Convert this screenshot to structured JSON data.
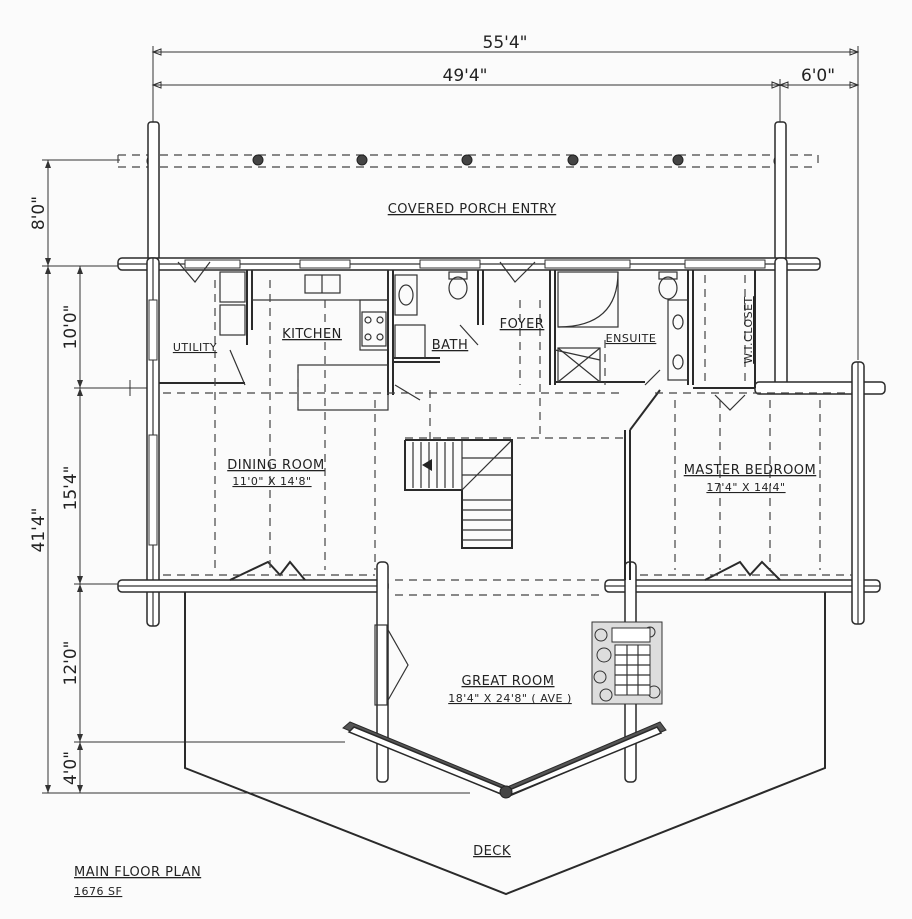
{
  "dimensions": {
    "overall_width": "55'4\"",
    "house_width": "49'4\"",
    "porch_extension": "6'0\"",
    "porch_depth": "8'0\"",
    "section_one": "10'0\"",
    "section_two": "15'4\"",
    "overall_depth": "41'4\"",
    "section_three": "12'0\"",
    "section_four": "4'0\""
  },
  "rooms": {
    "covered_porch": "COVERED PORCH ENTRY",
    "utility": "UTILITY",
    "kitchen": "KITCHEN",
    "bath": "BATH",
    "foyer": "FOYER",
    "ensuite": "ENSUITE",
    "wi_closet": "W.I.CLOSET",
    "dining_room": "DINING ROOM",
    "dining_room_size": "11'0\" X 14'8\"",
    "master_bedroom": "MASTER BEDROOM",
    "master_bedroom_size": "17'4\" X 14'4\"",
    "great_room": "GREAT ROOM",
    "great_room_size": "18'4\" X 24'8\" ( AVE )",
    "deck": "DECK"
  },
  "caption": {
    "title": "MAIN FLOOR PLAN",
    "area": "1676 SF"
  }
}
